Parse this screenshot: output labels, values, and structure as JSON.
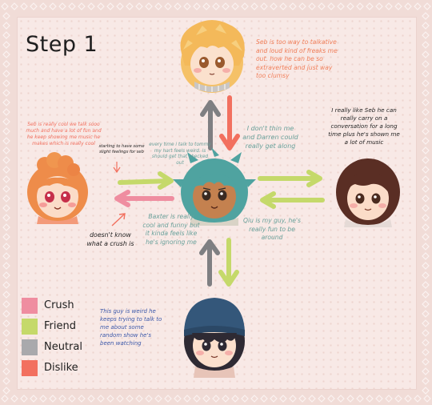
{
  "title": "Step 1",
  "notes": {
    "seb_top": "Seb is too way to talkative and loud kind of freaks me out. how he can be so extraverted and just way too clumsy",
    "left_top": "Seb is really cool we talk sooo much and have a lot of fun and he keep showing me music he makes which is really cool",
    "starting": "starting to have some slight feelings for seb",
    "every_time": "every time i talk to tommy my hart feels weird. is should get that checked out",
    "dont_thin": "I don't thin me and Darren could really get along",
    "right_top": "I really like Seb he can really carry on a conversation for a long time plus he's shown me a lot of music",
    "baxter": "Baxter is really cool and funny but it kinda feels like he's ignoring me",
    "doesnt_know": "doesn't know what a crush is",
    "qiu": "Qiu is my guy, he's really fun to be around",
    "bottom": "This guy is weird he keeps trying to talk to me about some random show he's been watching"
  },
  "legend": [
    {
      "label": "Crush",
      "color": "#ef8da0"
    },
    {
      "label": "Friend",
      "color": "#c5d96a"
    },
    {
      "label": "Neutral",
      "color": "#a9a9ac"
    },
    {
      "label": "Dislike",
      "color": "#f2705f"
    }
  ],
  "colors": {
    "crush": "#ef8da0",
    "friend": "#c5d96a",
    "neutral": "#8d8d8f",
    "dislike": "#f2705f",
    "note_orange": "#f07f5a",
    "note_dark": "#1e1e1e",
    "note_teal": "#6aa19b",
    "note_blue": "#3a56a8"
  }
}
